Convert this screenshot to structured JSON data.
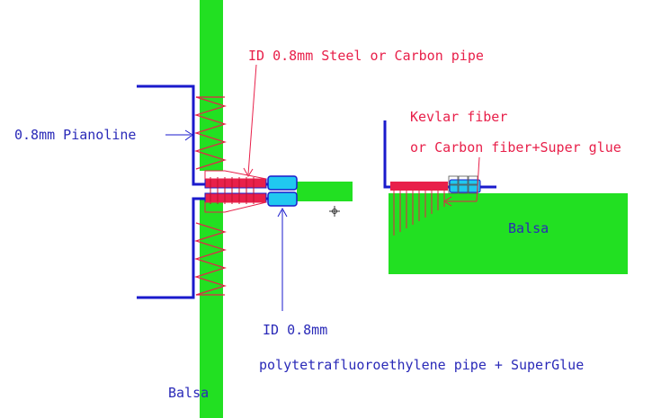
{
  "labels": {
    "steel_pipe": "ID 0.8mm Steel or Carbon pipe",
    "pianoline": "0.8mm Pianoline",
    "kevlar_line1": "Kevlar fiber",
    "kevlar_line2": "or Carbon fiber+Super glue",
    "balsa_right": "Balsa",
    "ptfe_line1": "ID 0.8mm",
    "ptfe_line2": "polytetrafluoroethylene pipe + SuperGlue",
    "balsa_left": "Balsa"
  },
  "colors": {
    "balsa": "#22e022",
    "wire": "#1a1acc",
    "fiber": "#e8204a",
    "ptfe": "#20c8f0",
    "label_red": "#e8204a",
    "label_blue": "#2a2ab8"
  }
}
